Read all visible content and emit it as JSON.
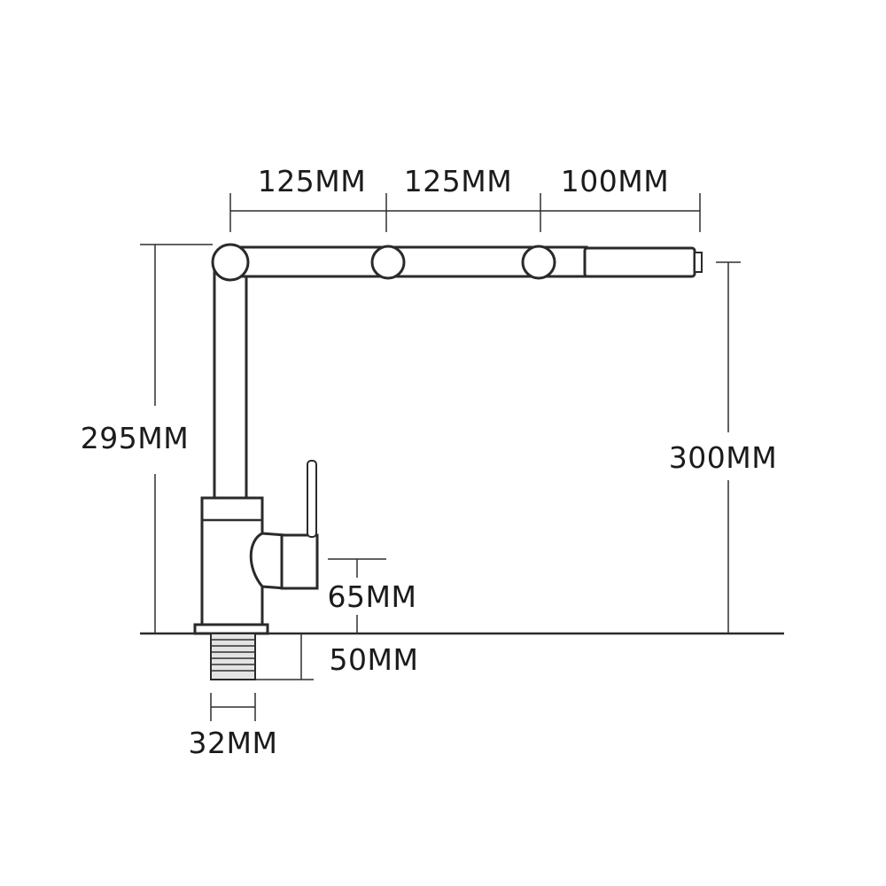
{
  "dimensions": {
    "arm_segment_1": "125MM",
    "arm_segment_2": "125MM",
    "arm_segment_3": "100MM",
    "body_height": "295MM",
    "spout_height": "300MM",
    "handle_height": "65MM",
    "thread_length": "50MM",
    "thread_diameter": "32MM"
  },
  "colors": {
    "line": "#2a2a2a",
    "text": "#1b1b1b",
    "background": "#ffffff"
  }
}
